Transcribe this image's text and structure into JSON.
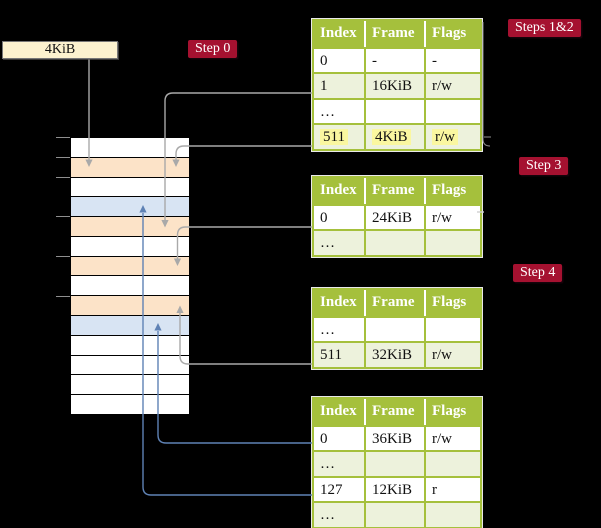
{
  "title": "Multi-level page table walk diagram",
  "colors": {
    "accent_red": "#A51130",
    "table_green": "#A5C03C",
    "row_shade": "#EDF2DC",
    "highlight_yellow": "#FAF7A0",
    "mem_orange": "#FCE3C8",
    "mem_blue": "#D8E4F3",
    "arrow_gray": "#A9A9A9",
    "arrow_blue": "#5F82B5",
    "box_cream": "#FCF2CF"
  },
  "frame_size_box": {
    "text": "4KiB"
  },
  "step_badges": {
    "step0": "Step 0",
    "steps12": "Steps 1&2",
    "step3": "Step 3",
    "step4": "Step 4"
  },
  "memory_column": {
    "rows": [
      "white",
      "orange",
      "white",
      "blue",
      "orange",
      "white",
      "orange",
      "white",
      "orange",
      "blue",
      "white",
      "white",
      "white",
      "white"
    ],
    "tick_boundaries": [
      0,
      1,
      2,
      4,
      6,
      8
    ]
  },
  "page_tables": [
    {
      "badge": "Steps 1&2",
      "headers": [
        "Index",
        "Frame",
        "Flags"
      ],
      "rows": [
        {
          "index": "0",
          "frame": "-",
          "flags": "-",
          "highlight": false
        },
        {
          "index": "1",
          "frame": "16KiB",
          "flags": "r/w",
          "highlight": false
        },
        {
          "index": "…",
          "frame": "",
          "flags": "",
          "highlight": false
        },
        {
          "index": "511",
          "frame": "4KiB",
          "flags": "r/w",
          "highlight": true
        }
      ]
    },
    {
      "badge": "Step 3",
      "headers": [
        "Index",
        "Frame",
        "Flags"
      ],
      "rows": [
        {
          "index": "0",
          "frame": "24KiB",
          "flags": "r/w",
          "highlight": false
        },
        {
          "index": "…",
          "frame": "",
          "flags": "",
          "highlight": false
        }
      ]
    },
    {
      "badge": "Step 4",
      "headers": [
        "Index",
        "Frame",
        "Flags"
      ],
      "rows": [
        {
          "index": "…",
          "frame": "",
          "flags": "",
          "highlight": false
        },
        {
          "index": "511",
          "frame": "32KiB",
          "flags": "r/w",
          "highlight": false
        }
      ]
    },
    {
      "badge": "",
      "headers": [
        "Index",
        "Frame",
        "Flags"
      ],
      "rows": [
        {
          "index": "0",
          "frame": "36KiB",
          "flags": "r/w",
          "highlight": false
        },
        {
          "index": "…",
          "frame": "",
          "flags": "",
          "highlight": false
        },
        {
          "index": "127",
          "frame": "12KiB",
          "flags": "r",
          "highlight": false
        },
        {
          "index": "…",
          "frame": "",
          "flags": "",
          "highlight": false
        }
      ]
    }
  ],
  "connections": [
    {
      "from": "frame-size-box",
      "to": "memory-row-2",
      "color": "gray"
    },
    {
      "from": "page-table-1-entry-1",
      "to": "memory-row-5",
      "color": "gray"
    },
    {
      "from": "page-table-1-entry-511",
      "to": "memory-row-2",
      "color": "gray"
    },
    {
      "from": "page-table-2-entry-0",
      "to": "memory-row-7",
      "color": "gray"
    },
    {
      "from": "page-table-3-entry-511",
      "to": "memory-row-9",
      "color": "gray"
    },
    {
      "from": "page-table-4-entry-0",
      "to": "memory-row-10",
      "color": "blue"
    },
    {
      "from": "page-table-4-entry-127",
      "to": "memory-row-4",
      "color": "blue"
    }
  ]
}
